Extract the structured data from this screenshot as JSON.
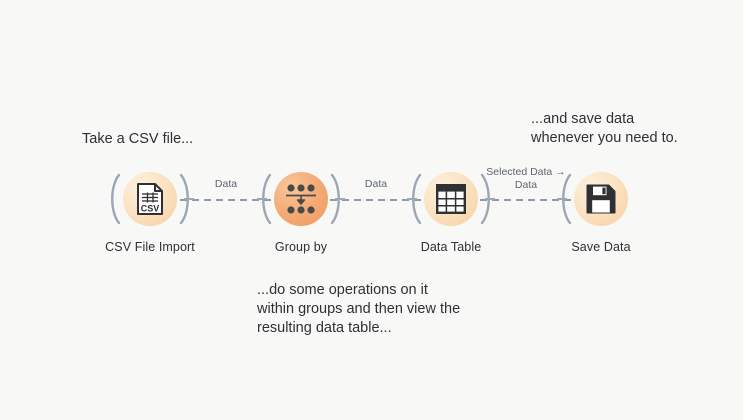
{
  "canvas": {
    "background_color": "#f8f8f7",
    "accent_color": "#f2a365",
    "node_fill_color": "#fbe3c4",
    "edge_color": "#8d9aab",
    "text_color": "#2e3033"
  },
  "annotations": [
    {
      "id": "intro",
      "text": "Take a CSV file..."
    },
    {
      "id": "save",
      "text": "...and save data\nwhenever you need to."
    },
    {
      "id": "middle",
      "text": "...do some operations on it\nwithin groups and then view the\nresulting data table..."
    }
  ],
  "nodes": [
    {
      "id": "csv-file-import",
      "label": "CSV File Import",
      "icon": "csv-document-icon"
    },
    {
      "id": "group-by",
      "label": "Group by",
      "icon": "group-by-icon"
    },
    {
      "id": "data-table",
      "label": "Data Table",
      "icon": "table-grid-icon"
    },
    {
      "id": "save-data",
      "label": "Save Data",
      "icon": "floppy-disk-icon"
    }
  ],
  "links": [
    {
      "id": "link-1",
      "from": "csv-file-import",
      "to": "group-by",
      "label": "Data"
    },
    {
      "id": "link-2",
      "from": "group-by",
      "to": "data-table",
      "label": "Data"
    },
    {
      "id": "link-3",
      "from": "data-table",
      "to": "save-data",
      "label": "Selected Data →\nData"
    }
  ]
}
